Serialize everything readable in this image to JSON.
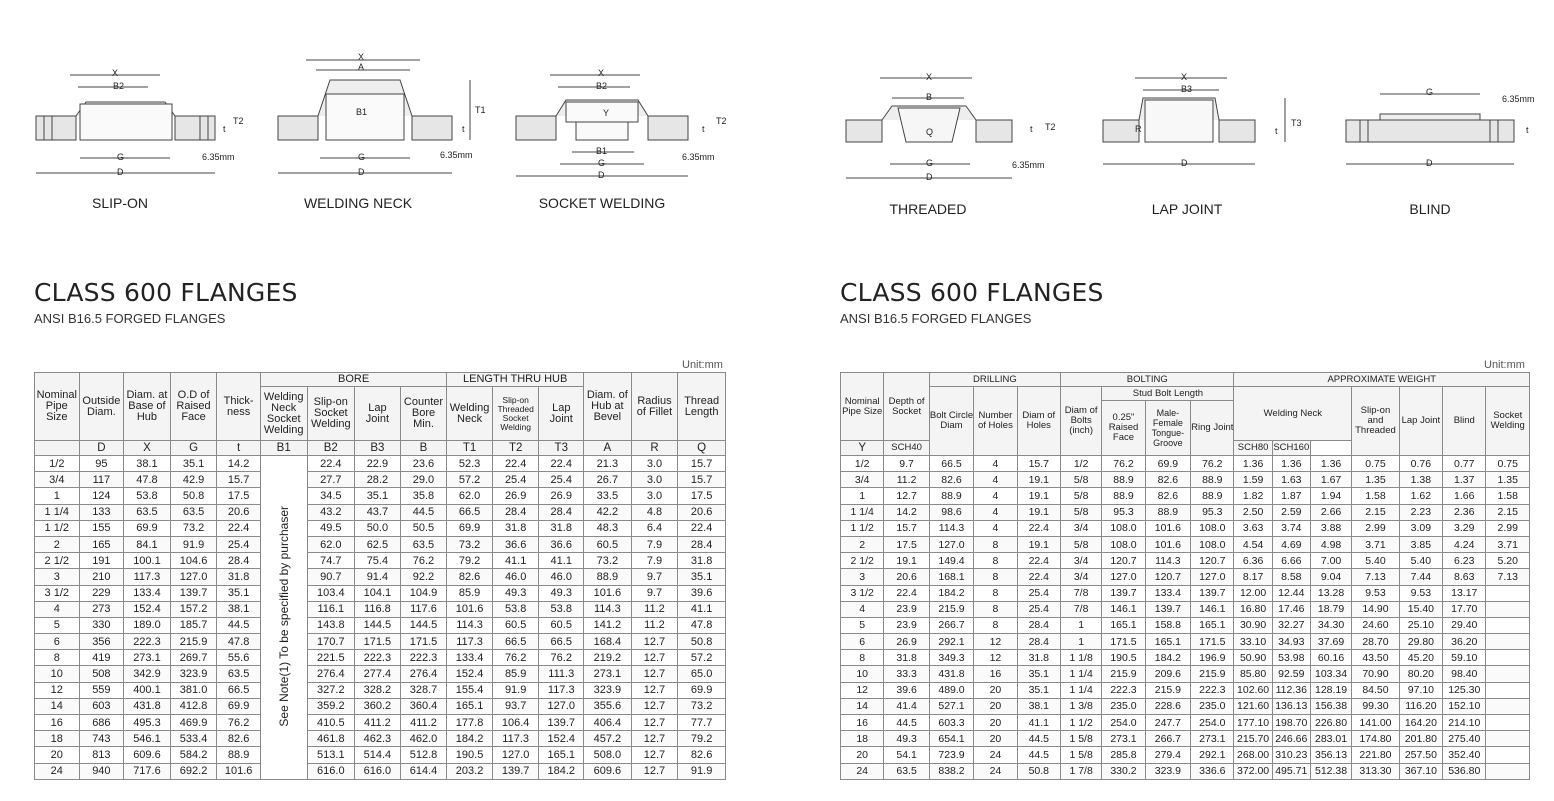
{
  "diagrams": {
    "captions": [
      "SLIP-ON",
      "WELDING NECK",
      "SOCKET WELDING",
      "THREADED",
      "LAP JOINT",
      "BLIND"
    ],
    "dim_labels": {
      "x": "X",
      "a": "A",
      "b1": "B1",
      "b2": "B2",
      "b3": "B3",
      "b": "B",
      "g": "G",
      "d": "D",
      "t": "t",
      "t1": "T1",
      "t2": "T2",
      "t3": "T3",
      "y": "Y",
      "q": "Q",
      "r": "R",
      "raised": "6.35",
      "raised_unit": "mm"
    }
  },
  "left": {
    "title": "CLASS 600 FLANGES",
    "subtitle": "ANSI B16.5 FORGED FLANGES",
    "unit": "Unit:mm",
    "headers": {
      "nominal": "Nominal Pipe Size",
      "outside": "Outside Diam.",
      "diam_hub": "Diam. at Base of Hub",
      "od_raised": "O.D of Raised Face",
      "thickness": "Thick- ness",
      "bore": "BORE",
      "bore_wn": "Welding Neck Socket Welding",
      "bore_so": "Slip-on Socket Welding",
      "bore_lap": "Lap Joint",
      "bore_cb": "Counter Bore Min.",
      "length": "LENGTH THRU HUB",
      "len_wn": "Welding Neck",
      "len_so": "Slip-on Threaded Socket Welding",
      "len_lap": "Lap Joint",
      "diam_bevel": "Diam. of Hub at Bevel",
      "radius": "Radius of Fillet",
      "thread": "Thread Length",
      "symbols": [
        "D",
        "X",
        "G",
        "t",
        "B1",
        "B2",
        "B3",
        "B",
        "T1",
        "T2",
        "T3",
        "A",
        "R",
        "Q"
      ]
    },
    "note": "See Note(1) To be specified by purchaser",
    "rows": [
      [
        "1/2",
        "95",
        "38.1",
        "35.1",
        "14.2",
        "22.4",
        "22.9",
        "23.6",
        "52.3",
        "22.4",
        "22.4",
        "21.3",
        "3.0",
        "15.7"
      ],
      [
        "3/4",
        "117",
        "47.8",
        "42.9",
        "15.7",
        "27.7",
        "28.2",
        "29.0",
        "57.2",
        "25.4",
        "25.4",
        "26.7",
        "3.0",
        "15.7"
      ],
      [
        "1",
        "124",
        "53.8",
        "50.8",
        "17.5",
        "34.5",
        "35.1",
        "35.8",
        "62.0",
        "26.9",
        "26.9",
        "33.5",
        "3.0",
        "17.5"
      ],
      [
        "1 1/4",
        "133",
        "63.5",
        "63.5",
        "20.6",
        "43.2",
        "43.7",
        "44.5",
        "66.5",
        "28.4",
        "28.4",
        "42.2",
        "4.8",
        "20.6"
      ],
      [
        "1 1/2",
        "155",
        "69.9",
        "73.2",
        "22.4",
        "49.5",
        "50.0",
        "50.5",
        "69.9",
        "31.8",
        "31.8",
        "48.3",
        "6.4",
        "22.4"
      ],
      [
        "2",
        "165",
        "84.1",
        "91.9",
        "25.4",
        "62.0",
        "62.5",
        "63.5",
        "73.2",
        "36.6",
        "36.6",
        "60.5",
        "7.9",
        "28.4"
      ],
      [
        "2 1/2",
        "191",
        "100.1",
        "104.6",
        "28.4",
        "74.7",
        "75.4",
        "76.2",
        "79.2",
        "41.1",
        "41.1",
        "73.2",
        "7.9",
        "31.8"
      ],
      [
        "3",
        "210",
        "117.3",
        "127.0",
        "31.8",
        "90.7",
        "91.4",
        "92.2",
        "82.6",
        "46.0",
        "46.0",
        "88.9",
        "9.7",
        "35.1"
      ],
      [
        "3 1/2",
        "229",
        "133.4",
        "139.7",
        "35.1",
        "103.4",
        "104.1",
        "104.9",
        "85.9",
        "49.3",
        "49.3",
        "101.6",
        "9.7",
        "39.6"
      ],
      [
        "4",
        "273",
        "152.4",
        "157.2",
        "38.1",
        "116.1",
        "116.8",
        "117.6",
        "101.6",
        "53.8",
        "53.8",
        "114.3",
        "11.2",
        "41.1"
      ],
      [
        "5",
        "330",
        "189.0",
        "185.7",
        "44.5",
        "143.8",
        "144.5",
        "144.5",
        "114.3",
        "60.5",
        "60.5",
        "141.2",
        "11.2",
        "47.8"
      ],
      [
        "6",
        "356",
        "222.3",
        "215.9",
        "47.8",
        "170.7",
        "171.5",
        "171.5",
        "117.3",
        "66.5",
        "66.5",
        "168.4",
        "12.7",
        "50.8"
      ],
      [
        "8",
        "419",
        "273.1",
        "269.7",
        "55.6",
        "221.5",
        "222.3",
        "222.3",
        "133.4",
        "76.2",
        "76.2",
        "219.2",
        "12.7",
        "57.2"
      ],
      [
        "10",
        "508",
        "342.9",
        "323.9",
        "63.5",
        "276.4",
        "277.4",
        "276.4",
        "152.4",
        "85.9",
        "111.3",
        "273.1",
        "12.7",
        "65.0"
      ],
      [
        "12",
        "559",
        "400.1",
        "381.0",
        "66.5",
        "327.2",
        "328.2",
        "328.7",
        "155.4",
        "91.9",
        "117.3",
        "323.9",
        "12.7",
        "69.9"
      ],
      [
        "14",
        "603",
        "431.8",
        "412.8",
        "69.9",
        "359.2",
        "360.2",
        "360.4",
        "165.1",
        "93.7",
        "127.0",
        "355.6",
        "12.7",
        "73.2"
      ],
      [
        "16",
        "686",
        "495.3",
        "469.9",
        "76.2",
        "410.5",
        "411.2",
        "411.2",
        "177.8",
        "106.4",
        "139.7",
        "406.4",
        "12.7",
        "77.7"
      ],
      [
        "18",
        "743",
        "546.1",
        "533.4",
        "82.6",
        "461.8",
        "462.3",
        "462.0",
        "184.2",
        "117.3",
        "152.4",
        "457.2",
        "12.7",
        "79.2"
      ],
      [
        "20",
        "813",
        "609.6",
        "584.2",
        "88.9",
        "513.1",
        "514.4",
        "512.8",
        "190.5",
        "127.0",
        "165.1",
        "508.0",
        "12.7",
        "82.6"
      ],
      [
        "24",
        "940",
        "717.6",
        "692.2",
        "101.6",
        "616.0",
        "616.0",
        "614.4",
        "203.2",
        "139.7",
        "184.2",
        "609.6",
        "12.7",
        "91.9"
      ]
    ]
  },
  "right": {
    "title": "CLASS 600 FLANGES",
    "subtitle": "ANSI B16.5 FORGED FLANGES",
    "unit": "Unit:mm",
    "headers": {
      "nominal": "Nominal Pipe Size",
      "depth": "Depth of Socket",
      "drilling": "DRILLING",
      "bolt_circle": "Bolt Circle Diam",
      "num_holes": "Number of Holes",
      "diam_holes": "Diam of Holes",
      "bolting": "BOLTING",
      "diam_bolts": "Diam of Bolts (inch)",
      "stud": "Stud Bolt Length",
      "raised": "0.25\" Raised Face",
      "male": "Male- Female Tongue- Groove",
      "ring": "Ring Joint",
      "weight": "APPROXIMATE WEIGHT",
      "wn": "Welding Neck",
      "so": "Slip-on and Threaded",
      "lap": "Lap Joint",
      "blind": "Blind",
      "socket": "Socket Welding",
      "y": "Y",
      "sch": [
        "SCH40",
        "SCH80",
        "SCH160"
      ]
    },
    "rows": [
      [
        "1/2",
        "9.7",
        "66.5",
        "4",
        "15.7",
        "1/2",
        "76.2",
        "69.9",
        "76.2",
        "1.36",
        "1.36",
        "1.36",
        "0.75",
        "0.76",
        "0.77",
        "0.75"
      ],
      [
        "3/4",
        "11.2",
        "82.6",
        "4",
        "19.1",
        "5/8",
        "88.9",
        "82.6",
        "88.9",
        "1.59",
        "1.63",
        "1.67",
        "1.35",
        "1.38",
        "1.37",
        "1.35"
      ],
      [
        "1",
        "12.7",
        "88.9",
        "4",
        "19.1",
        "5/8",
        "88.9",
        "82.6",
        "88.9",
        "1.82",
        "1.87",
        "1.94",
        "1.58",
        "1.62",
        "1.66",
        "1.58"
      ],
      [
        "1 1/4",
        "14.2",
        "98.6",
        "4",
        "19.1",
        "5/8",
        "95.3",
        "88.9",
        "95.3",
        "2.50",
        "2.59",
        "2.66",
        "2.15",
        "2.23",
        "2.36",
        "2.15"
      ],
      [
        "1 1/2",
        "15.7",
        "114.3",
        "4",
        "22.4",
        "3/4",
        "108.0",
        "101.6",
        "108.0",
        "3.63",
        "3.74",
        "3.88",
        "2.99",
        "3.09",
        "3.29",
        "2.99"
      ],
      [
        "2",
        "17.5",
        "127.0",
        "8",
        "19.1",
        "5/8",
        "108.0",
        "101.6",
        "108.0",
        "4.54",
        "4.69",
        "4.98",
        "3.71",
        "3.85",
        "4.24",
        "3.71"
      ],
      [
        "2 1/2",
        "19.1",
        "149.4",
        "8",
        "22.4",
        "3/4",
        "120.7",
        "114.3",
        "120.7",
        "6.36",
        "6.66",
        "7.00",
        "5.40",
        "5.40",
        "6.23",
        "5.20"
      ],
      [
        "3",
        "20.6",
        "168.1",
        "8",
        "22.4",
        "3/4",
        "127.0",
        "120.7",
        "127.0",
        "8.17",
        "8.58",
        "9.04",
        "7.13",
        "7.44",
        "8.63",
        "7.13"
      ],
      [
        "3 1/2",
        "22.4",
        "184.2",
        "8",
        "25.4",
        "7/8",
        "139.7",
        "133.4",
        "139.7",
        "12.00",
        "12.44",
        "13.28",
        "9.53",
        "9.53",
        "13.17",
        ""
      ],
      [
        "4",
        "23.9",
        "215.9",
        "8",
        "25.4",
        "7/8",
        "146.1",
        "139.7",
        "146.1",
        "16.80",
        "17.46",
        "18.79",
        "14.90",
        "15.40",
        "17.70",
        ""
      ],
      [
        "5",
        "23.9",
        "266.7",
        "8",
        "28.4",
        "1",
        "165.1",
        "158.8",
        "165.1",
        "30.90",
        "32.27",
        "34.30",
        "24.60",
        "25.10",
        "29.40",
        ""
      ],
      [
        "6",
        "26.9",
        "292.1",
        "12",
        "28.4",
        "1",
        "171.5",
        "165.1",
        "171.5",
        "33.10",
        "34.93",
        "37.69",
        "28.70",
        "29.80",
        "36.20",
        ""
      ],
      [
        "8",
        "31.8",
        "349.3",
        "12",
        "31.8",
        "1 1/8",
        "190.5",
        "184.2",
        "196.9",
        "50.90",
        "53.98",
        "60.16",
        "43.50",
        "45.20",
        "59.10",
        ""
      ],
      [
        "10",
        "33.3",
        "431.8",
        "16",
        "35.1",
        "1 1/4",
        "215.9",
        "209.6",
        "215.9",
        "85.80",
        "92.59",
        "103.34",
        "70.90",
        "80.20",
        "98.40",
        ""
      ],
      [
        "12",
        "39.6",
        "489.0",
        "20",
        "35.1",
        "1 1/4",
        "222.3",
        "215.9",
        "222.3",
        "102.60",
        "112.36",
        "128.19",
        "84.50",
        "97.10",
        "125.30",
        ""
      ],
      [
        "14",
        "41.4",
        "527.1",
        "20",
        "38.1",
        "1 3/8",
        "235.0",
        "228.6",
        "235.0",
        "121.60",
        "136.13",
        "156.38",
        "99.30",
        "116.20",
        "152.10",
        ""
      ],
      [
        "16",
        "44.5",
        "603.3",
        "20",
        "41.1",
        "1 1/2",
        "254.0",
        "247.7",
        "254.0",
        "177.10",
        "198.70",
        "226.80",
        "141.00",
        "164.20",
        "214.10",
        ""
      ],
      [
        "18",
        "49.3",
        "654.1",
        "20",
        "44.5",
        "1 5/8",
        "273.1",
        "266.7",
        "273.1",
        "215.70",
        "246.66",
        "283.01",
        "174.80",
        "201.80",
        "275.40",
        ""
      ],
      [
        "20",
        "54.1",
        "723.9",
        "24",
        "44.5",
        "1 5/8",
        "285.8",
        "279.4",
        "292.1",
        "268.00",
        "310.23",
        "356.13",
        "221.80",
        "257.50",
        "352.40",
        ""
      ],
      [
        "24",
        "63.5",
        "838.2",
        "24",
        "50.8",
        "1 7/8",
        "330.2",
        "323.9",
        "336.6",
        "372.00",
        "495.71",
        "512.38",
        "313.30",
        "367.10",
        "536.80",
        ""
      ]
    ]
  }
}
